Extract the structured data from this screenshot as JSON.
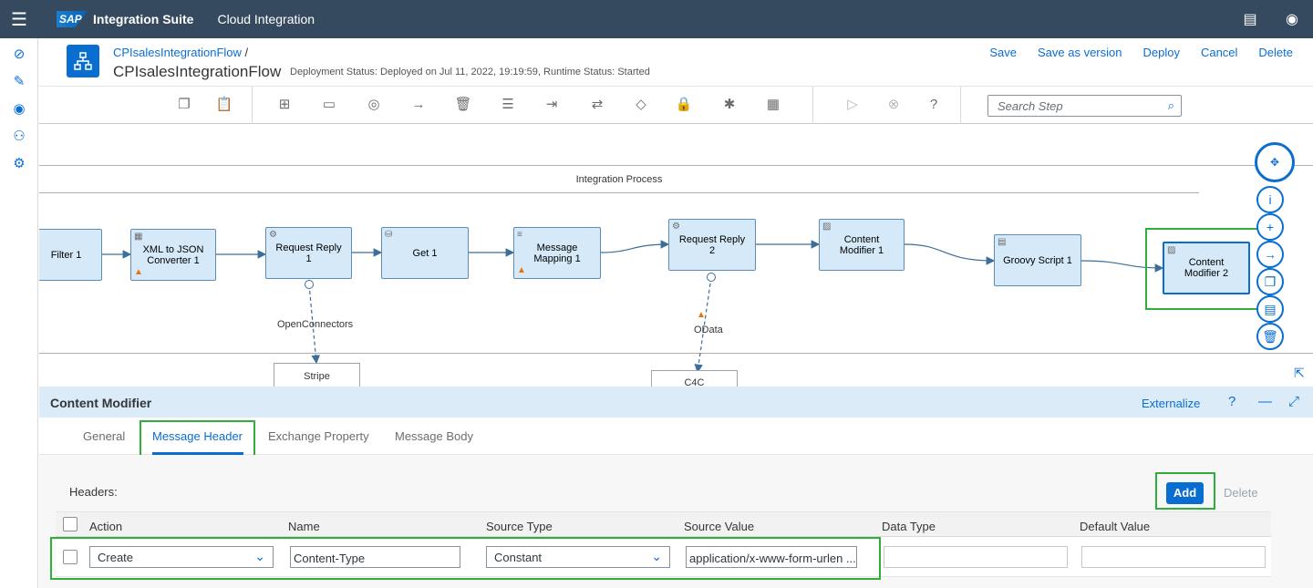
{
  "shell": {
    "logo": "SAP",
    "product": "Integration Suite",
    "subproduct": "Cloud Integration"
  },
  "header": {
    "breadcrumb": "CPIsalesIntegrationFlow",
    "breadcrumb_sep": "/",
    "title": "CPIsalesIntegrationFlow",
    "deployment_status": "Deployment Status: Deployed on Jul 11, 2022, 19:19:59, Runtime Status: Started",
    "actions": [
      "Save",
      "Save as version",
      "Deploy",
      "Cancel",
      "Delete"
    ]
  },
  "toolbar": {
    "search_placeholder": "Search Step"
  },
  "canvas": {
    "pool_title": "Integration Process",
    "steps": {
      "filter": "Filter 1",
      "xml_json": "XML to JSON Converter 1",
      "request_reply_1": "Request Reply 1",
      "get": "Get 1",
      "message_mapping": "Message Mapping 1",
      "request_reply_2": "Request Reply 2",
      "content_modifier_1": "Content Modifier 1",
      "groovy": "Groovy Script 1",
      "content_modifier_2": "Content Modifier 2"
    },
    "edges": {
      "open_connectors": "OpenConnectors",
      "odata": "OData"
    },
    "external": {
      "stripe": "Stripe",
      "c4c": "C4C"
    }
  },
  "panel": {
    "title": "Content Modifier",
    "externalize": "Externalize",
    "tabs": [
      "General",
      "Message Header",
      "Exchange Property",
      "Message Body"
    ],
    "active_tab": "Message Header"
  },
  "headers": {
    "label": "Headers:",
    "add": "Add",
    "delete": "Delete",
    "columns": [
      "Action",
      "Name",
      "Source Type",
      "Source Value",
      "Data Type",
      "Default Value"
    ],
    "row": {
      "action": "Create",
      "name": "Content-Type",
      "source_type": "Constant",
      "source_value": "application/x-www-form-urlen ...",
      "data_type": "",
      "default_value": ""
    }
  },
  "colors": {
    "shell": "#354a5f",
    "accent": "#0a6ed1",
    "step_fill": "#d5e9f8",
    "highlight": "#2fae3b",
    "warning": "#e9730c"
  }
}
